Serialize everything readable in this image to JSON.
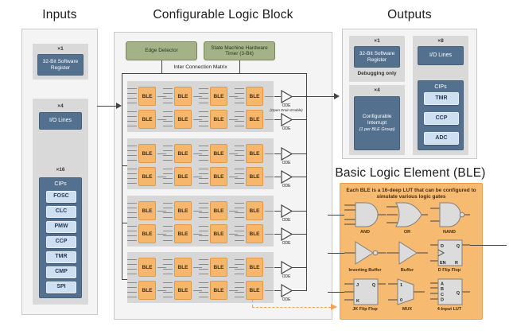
{
  "headings": {
    "inputs": "Inputs",
    "clb": "Configurable Logic Block",
    "outputs": "Outputs",
    "ble": "Basic Logic Element (BLE)"
  },
  "inputs": {
    "register": {
      "count": "×1",
      "label": "32-Bit Software Register"
    },
    "io": {
      "count": "×4",
      "label": "I/O Lines"
    },
    "cips": {
      "count": "×16",
      "label": "CIPs",
      "chips": [
        "FOSC",
        "CLC",
        "PMW",
        "CCP",
        "TMR",
        "CMP",
        "SPI"
      ]
    }
  },
  "clb": {
    "edge_detector": "Edge Detector",
    "state_machine": "State Machine Hardware Timer (3-Bit)",
    "matrix": "Inter Connection Matrix",
    "ble_box": "BLE",
    "ode": "ODE",
    "ode_note": "(Open Drain Enable)",
    "group_count": 4,
    "rows_per_group": 2,
    "bles_per_row": 4
  },
  "outputs": {
    "register": {
      "count": "×1",
      "label": "32-Bit Software Register",
      "note": "Debugging only"
    },
    "io": {
      "count": "×8",
      "label": "I/O Lines"
    },
    "interrupt": {
      "count": "×4",
      "label": "Configurable Interrupt",
      "note": "(1 per BLE Group)"
    },
    "cips": {
      "label": "CIPs",
      "chips": [
        "TMR",
        "CCP",
        "ADC"
      ]
    }
  },
  "ble": {
    "description": "Each BLE is a 16-deep LUT that can be configured to simulate various logic gates",
    "gates": [
      {
        "name": "AND"
      },
      {
        "name": "OR"
      },
      {
        "name": "NAND"
      },
      {
        "name": "Inverting Buffer"
      },
      {
        "name": "Buffer"
      },
      {
        "name": "D Flip Flop"
      },
      {
        "name": "JK Flip Flop"
      },
      {
        "name": "MUX"
      },
      {
        "name": "4-Input LUT"
      }
    ],
    "pins": {
      "dff": [
        "D",
        "Q",
        "EN",
        "R"
      ],
      "jk": [
        "J",
        "Q",
        "K"
      ],
      "mux": [
        "1",
        "0"
      ],
      "lut": [
        "A",
        "B",
        "C",
        "D",
        "Q"
      ]
    }
  },
  "colors": {
    "slate": "#53718f",
    "chip": "#cfdff2",
    "green": "#a5b287",
    "orange_box": "#f6b76c",
    "orange_panel": "#f6ba70",
    "panel_gray": "#d9d9d9",
    "wire": "#444444",
    "dashed_arrow": "#f0a452"
  }
}
